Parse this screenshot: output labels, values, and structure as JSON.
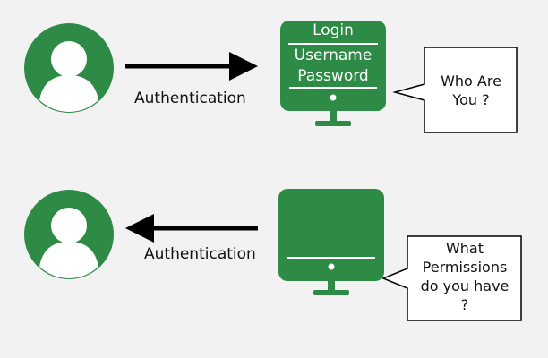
{
  "colors": {
    "accent": "#2e8b46",
    "background": "#f2f2f2",
    "ink": "#000000"
  },
  "top_row": {
    "arrow_label": "Authentication",
    "screen": {
      "title": "Login",
      "lines": [
        "Username",
        "Password"
      ]
    },
    "bubble_text": "Who Are You ?"
  },
  "bottom_row": {
    "arrow_label": "Authentication",
    "bubble_lines": [
      "What",
      "Permissions",
      "do you have",
      "?"
    ]
  },
  "icons": [
    "user-avatar-icon",
    "monitor-icon",
    "arrow-right-icon",
    "arrow-left-icon",
    "speech-bubble-icon"
  ]
}
